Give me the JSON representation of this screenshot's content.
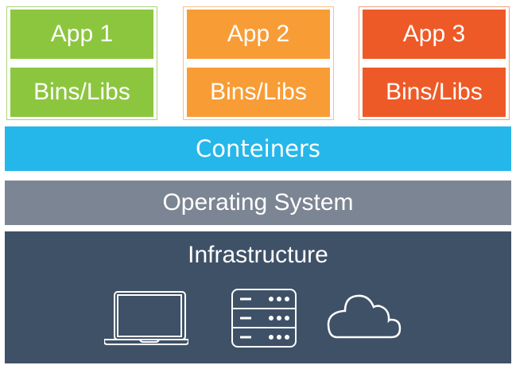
{
  "apps": [
    {
      "name": "App 1",
      "libs": "Bins/Libs",
      "color": "#8cc63f",
      "border": "#a8d47a"
    },
    {
      "name": "App 2",
      "libs": "Bins/Libs",
      "color": "#f89c36",
      "border": "#f8c28b"
    },
    {
      "name": "App 3",
      "libs": "Bins/Libs",
      "color": "#ee5a27",
      "border": "#f0a080"
    }
  ],
  "layers": {
    "containers": {
      "label": "Conteiners",
      "color": "#26b7ea"
    },
    "os": {
      "label": "Operating System",
      "color": "#7c8593"
    },
    "infrastructure": {
      "label": "Infrastructure",
      "color": "#3f5167",
      "icons": [
        "laptop-icon",
        "server-icon",
        "cloud-icon"
      ]
    }
  }
}
